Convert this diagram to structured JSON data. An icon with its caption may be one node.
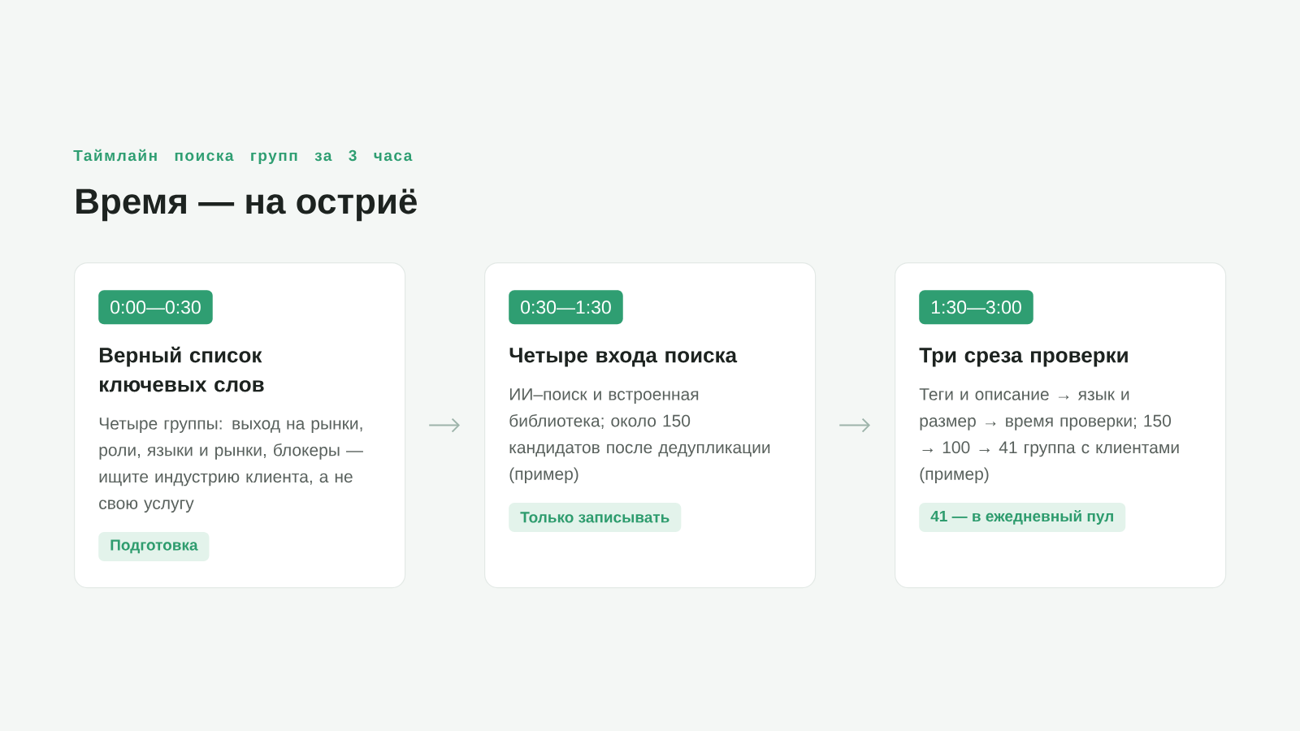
{
  "diagram": {
    "title": "Время — на остриё",
    "nodes": [
      {
        "text": [
          "Верный список ключевых слов",
          "Четыре группы: выход на рынки, роли, языки и рынки, блокеры — ищите индустрию клиента, а не свою услугу"
        ]
      },
      {
        "text": [
          "0:00—0:30"
        ],
        "in": 0
      },
      {
        "text": [
          "Подготовка"
        ],
        "in": 0
      },
      {
        "text": [
          "Четыре входа поиска",
          "ИИ–поиск и встроенная библиотека; около 150 кандидатов после дедупликации (пример)"
        ]
      },
      {
        "text": [
          "0:30—1:30"
        ],
        "in": 3
      },
      {
        "text": [
          "Только записывать"
        ],
        "in": 3
      },
      {
        "text": [
          "Три среза проверки",
          "Теги и описание → язык и размер → время проверки; 150 → 100 → 41 группа с клиентами (пример)"
        ]
      },
      {
        "text": [
          "1:30—3:00"
        ],
        "in": 6
      },
      {
        "text": [
          "41 — в ежедневный пул"
        ],
        "in": 6
      }
    ],
    "edges": [
      {
        "from": 0,
        "to": 3,
        "arrow": "to"
      },
      {
        "from": 3,
        "to": 6,
        "arrow": "to"
      }
    ],
    "labels": [
      "Таймлайн поиска групп за 3 часа"
    ]
  }
}
